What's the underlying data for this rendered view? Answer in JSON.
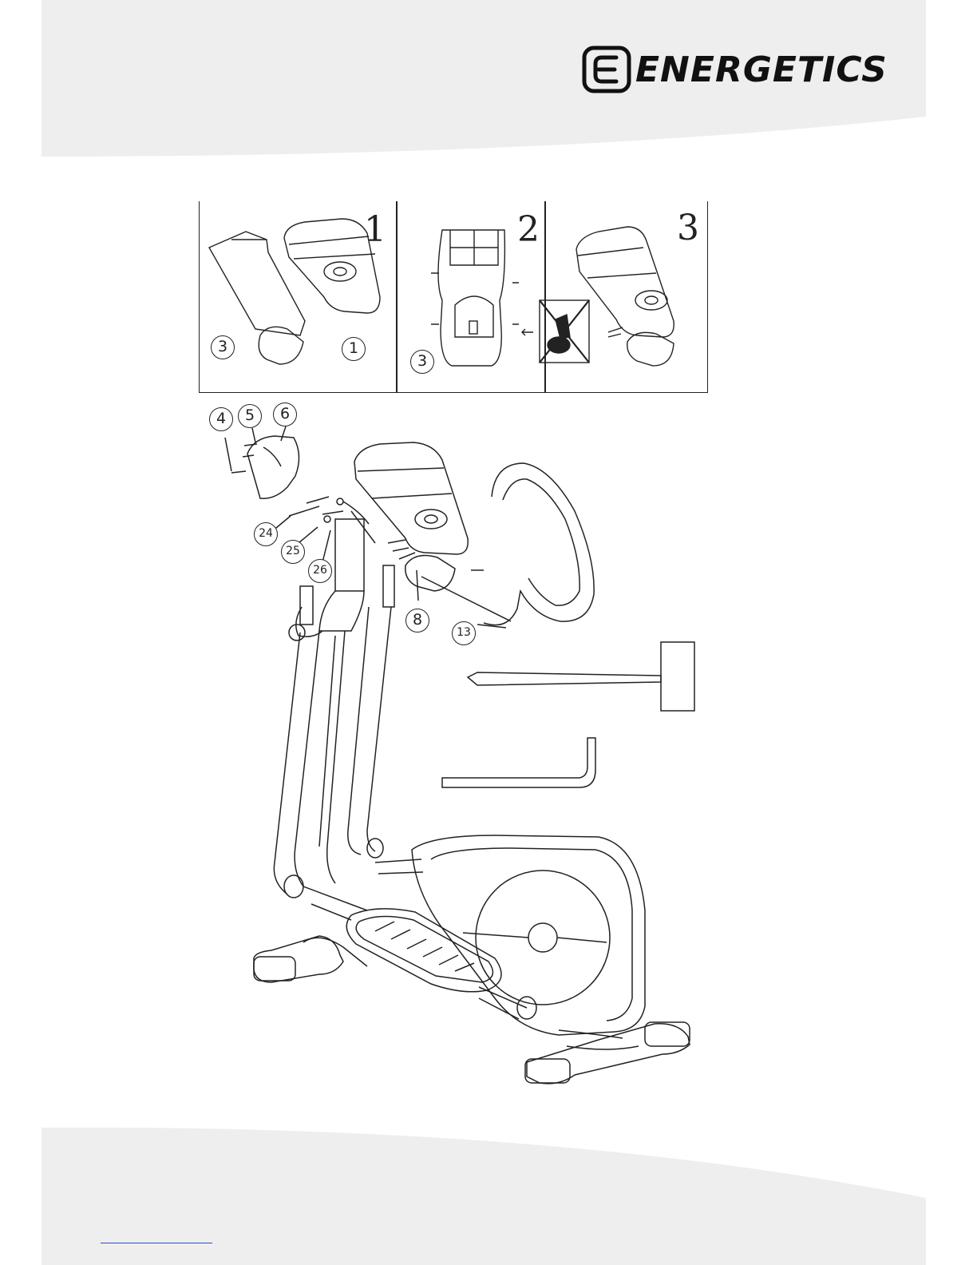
{
  "brand": {
    "name": "ENERGETICS"
  },
  "steps": [
    {
      "number": "1",
      "callouts": [
        "3",
        "1"
      ]
    },
    {
      "number": "2",
      "callouts": [
        "3"
      ]
    },
    {
      "number": "3",
      "callouts": []
    }
  ],
  "main_callouts": [
    "4",
    "5",
    "6",
    "24",
    "25",
    "26",
    "8",
    "13"
  ],
  "colors": {
    "band": "#eeeeee",
    "line": "#222222",
    "link": "#2a4bd1"
  },
  "icons": [
    "logo-e-icon",
    "no-power-tool-icon",
    "screwdriver-icon",
    "allen-key-icon"
  ]
}
